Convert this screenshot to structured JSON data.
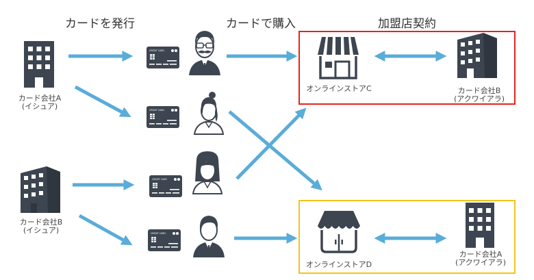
{
  "headings": {
    "issue": "カードを発行",
    "purchase": "カードで購入",
    "merchant_contract": "加盟店契約"
  },
  "issuers": [
    {
      "line1": "カード会社A",
      "line2": "(イシュア)"
    },
    {
      "line1": "カード会社B",
      "line2": "(イシュア)"
    }
  ],
  "card_text": "CREDIT CARD",
  "stores": [
    {
      "name": "オンラインストアC",
      "acquirer_line1": "カード会社B",
      "acquirer_line2": "(アクワイアラ)",
      "frame_color": "#e8211f"
    },
    {
      "name": "オンラインストアD",
      "acquirer_line1": "カード会社A",
      "acquirer_line2": "(アクワイアラ)",
      "frame_color": "#f2c418"
    }
  ],
  "colors": {
    "arrow": "#5aacd9",
    "icon": "#3d4550"
  }
}
